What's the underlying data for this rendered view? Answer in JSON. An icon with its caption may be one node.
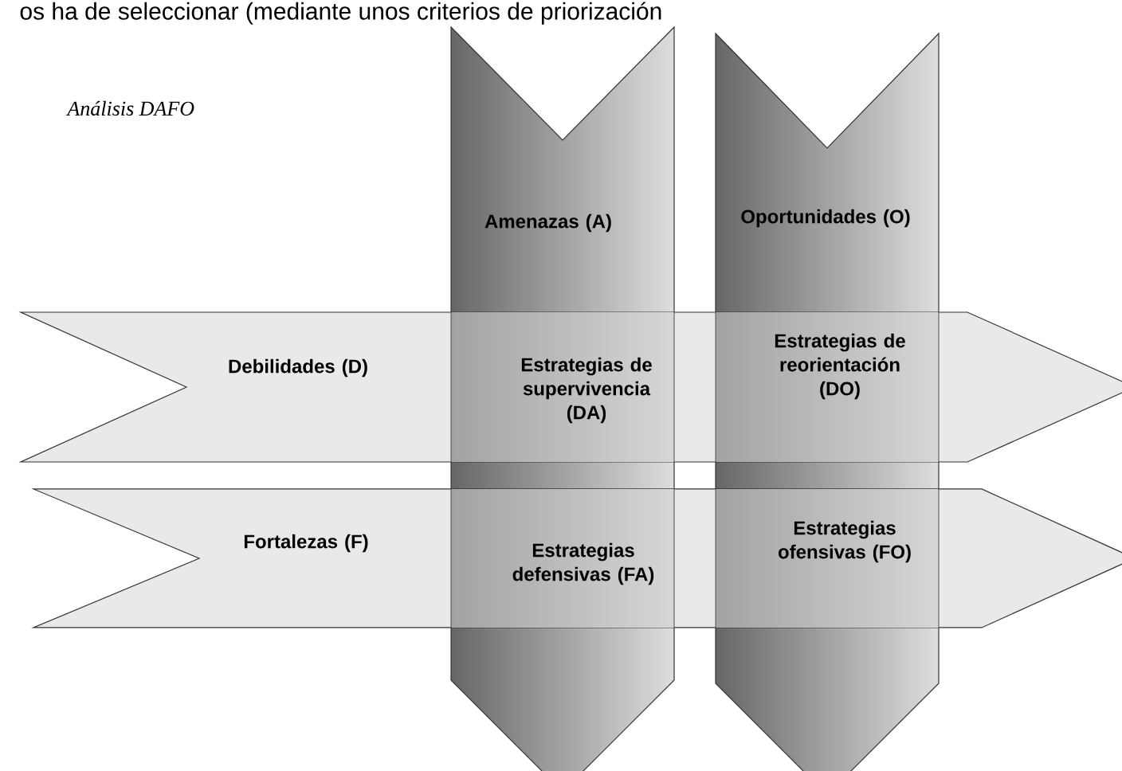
{
  "diagram": {
    "nodes": [
      {
        "text": [
          "Amenazas (A)"
        ]
      },
      {
        "text": [
          "Oportunidades (O)"
        ]
      },
      {
        "text": [
          "Debilidades (D)"
        ]
      },
      {
        "text": [
          "Fortalezas (F)"
        ]
      },
      {
        "text": [
          "Estrategias de supervivencia (DA)"
        ]
      },
      {
        "text": [
          "Estrategias de reorientación (DO)"
        ]
      },
      {
        "text": [
          "Estrategias defensivas (FA)"
        ]
      },
      {
        "text": [
          "Estrategias ofensivas (FO)"
        ]
      }
    ],
    "labels": [
      "os ha de seleccionar (mediante unos criterios de priorización",
      "Análisis DAFO"
    ]
  }
}
